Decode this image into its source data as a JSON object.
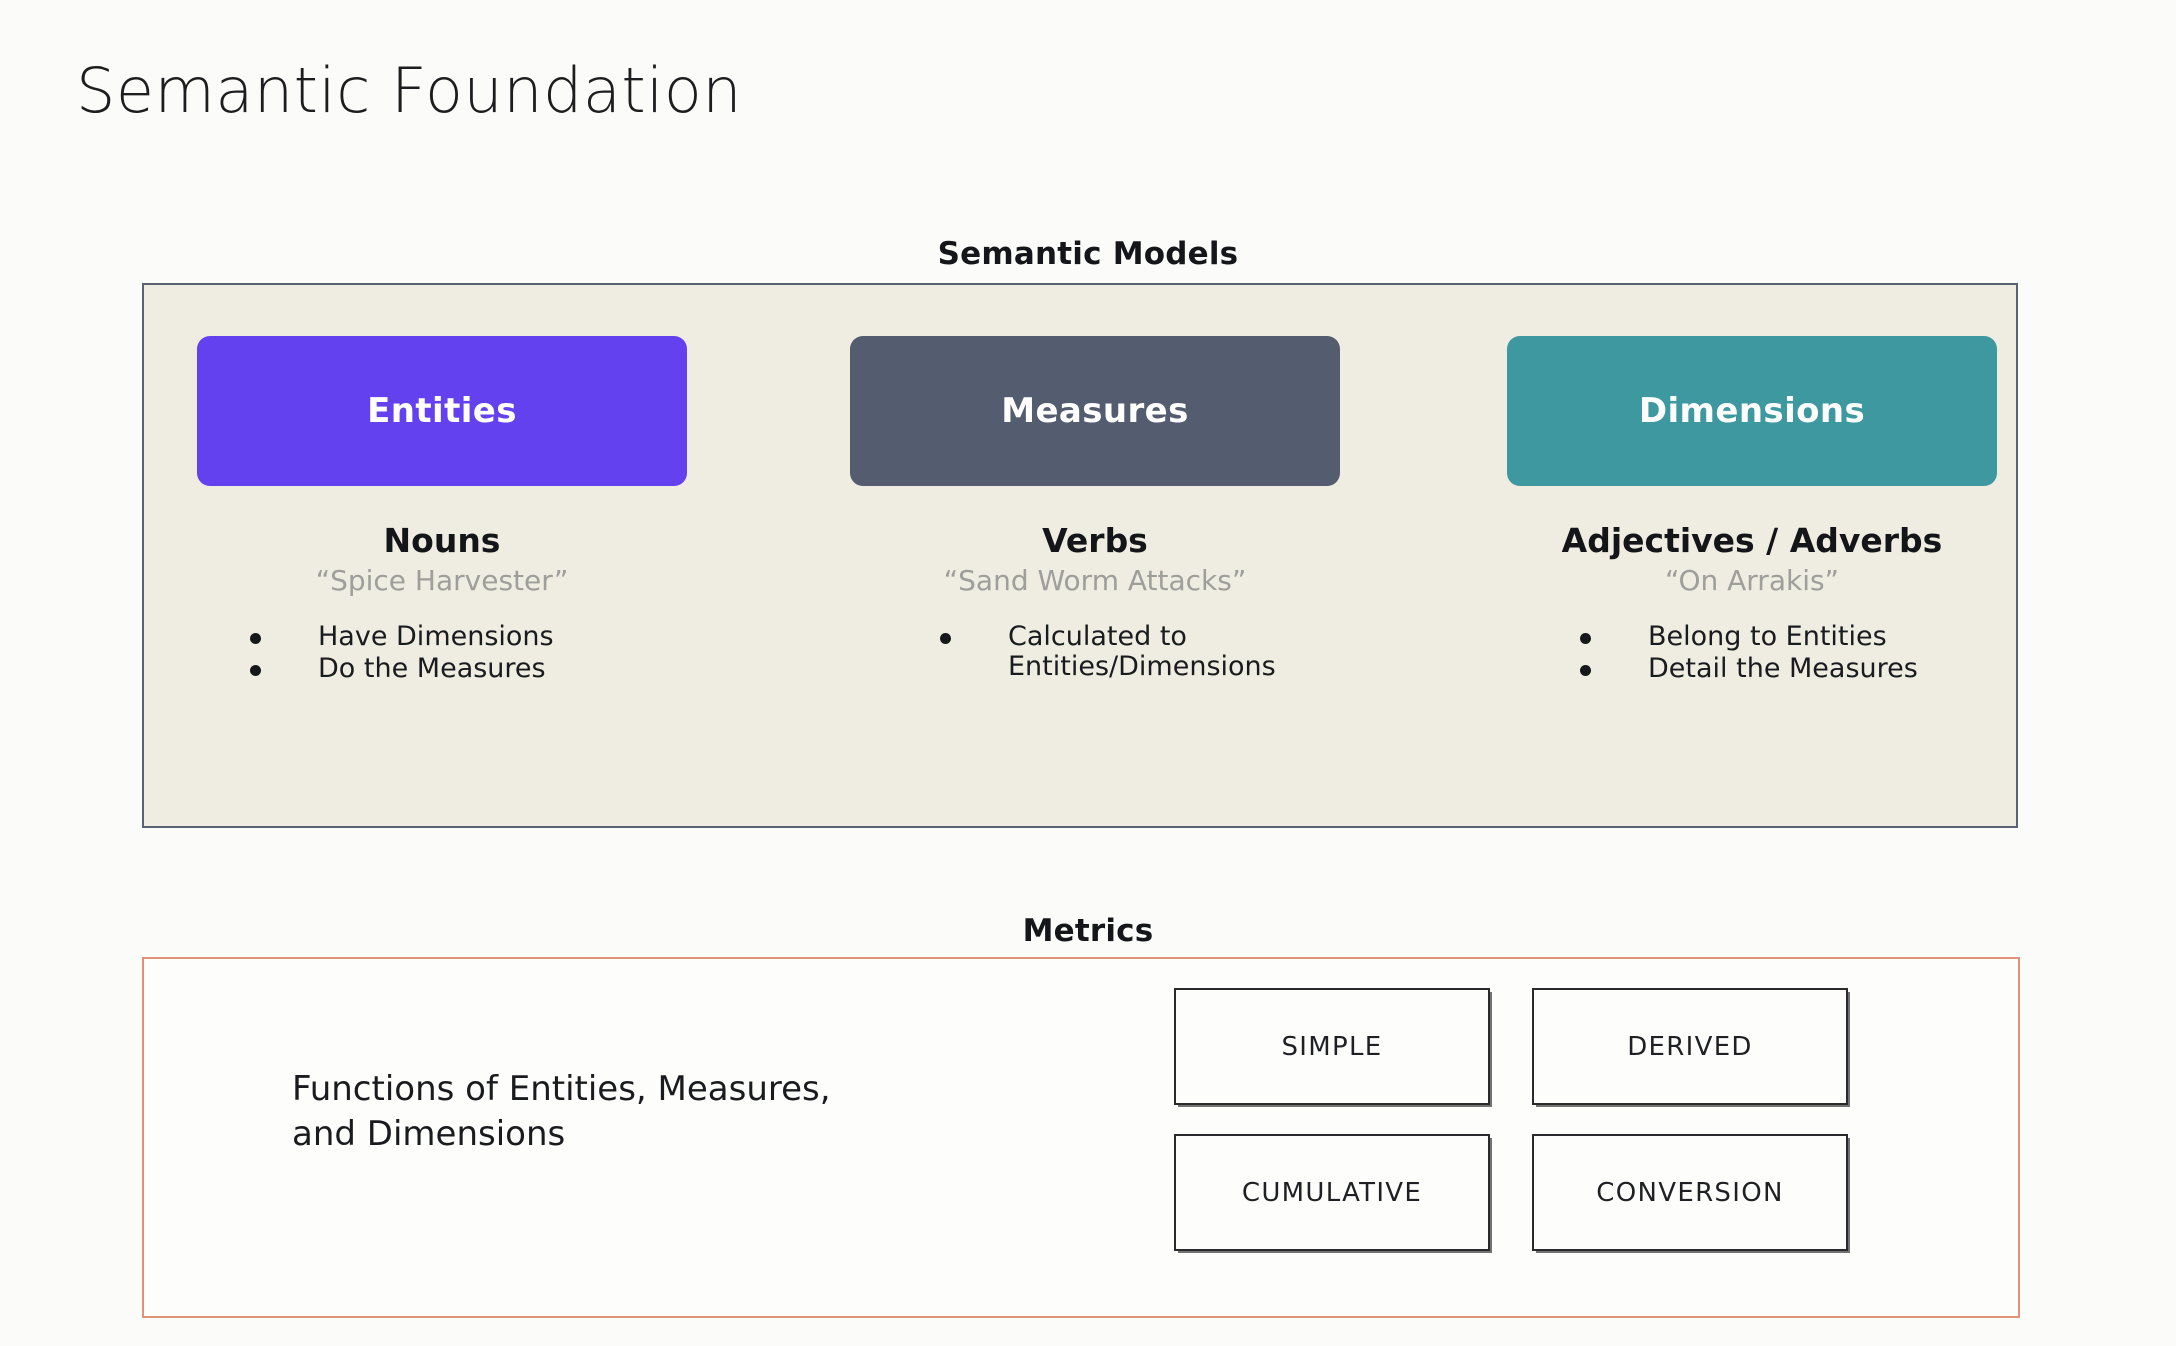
{
  "slide": {
    "title": "Semantic Foundation",
    "background_color": "#fbfbf9"
  },
  "semantic_models": {
    "heading": "Semantic Models",
    "panel_background": "#efece1",
    "panel_border_color": "#5b6275",
    "columns": [
      {
        "card_label": "Entities",
        "card_color": "#6341ef",
        "part_of_speech": "Nouns",
        "example": "“Spice Harvester”",
        "bullets": [
          "Have Dimensions",
          "Do the Measures"
        ]
      },
      {
        "card_label": "Measures",
        "card_color": "#545c6f",
        "part_of_speech": "Verbs",
        "example": "“Sand Worm Attacks”",
        "bullets": [
          "Calculated to\nEntities/Dimensions"
        ]
      },
      {
        "card_label": "Dimensions",
        "card_color": "#3e98a0",
        "part_of_speech": "Adjectives / Adverbs",
        "example": "“On Arrakis”",
        "bullets": [
          "Belong to Entities",
          "Detail the Measures"
        ]
      }
    ]
  },
  "metrics": {
    "heading": "Metrics",
    "panel_border_color": "#e09378",
    "description": "Functions of Entities, Measures,\nand Dimensions",
    "types": [
      "SIMPLE",
      "DERIVED",
      "CUMULATIVE",
      "CONVERSION"
    ]
  }
}
